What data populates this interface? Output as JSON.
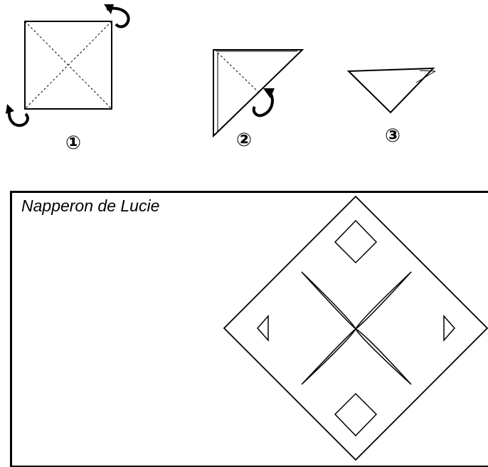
{
  "steps": [
    {
      "label": "①"
    },
    {
      "label": "②"
    },
    {
      "label": "③"
    }
  ],
  "pattern": {
    "title": "Napperon de Lucie"
  },
  "colors": {
    "stroke": "#000000",
    "background": "#ffffff"
  }
}
